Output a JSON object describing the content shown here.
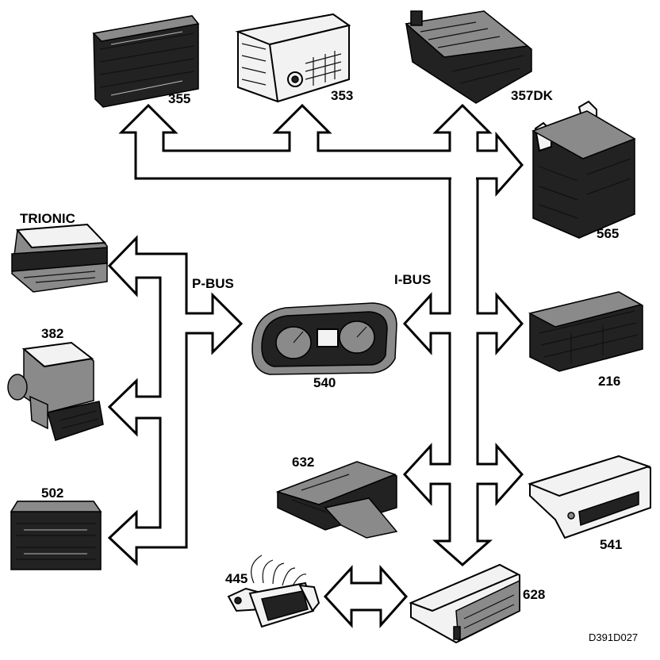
{
  "buses": {
    "p_bus": "P-BUS",
    "i_bus": "I-BUS"
  },
  "modules": {
    "m355": "355",
    "m353": "353",
    "m357dk": "357DK",
    "m565": "565",
    "trionic": "TRIONIC",
    "m382": "382",
    "m502": "502",
    "m540": "540",
    "m216": "216",
    "m632": "632",
    "m541": "541",
    "m445": "445",
    "m628": "628"
  },
  "reference": "D391D027"
}
